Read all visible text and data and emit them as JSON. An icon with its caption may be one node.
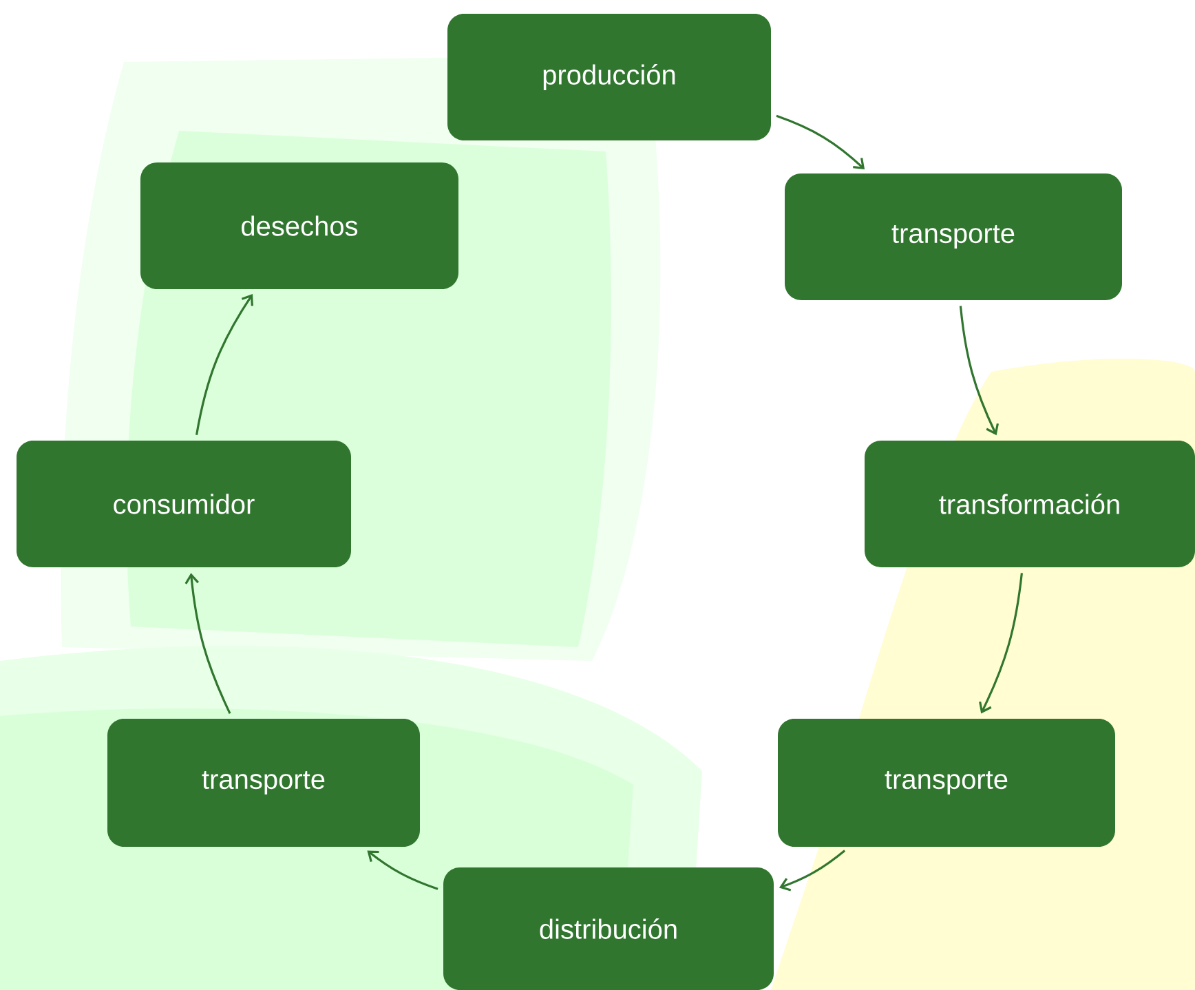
{
  "diagram": {
    "nodes": [
      {
        "text": [
          "producción"
        ]
      },
      {
        "text": [
          "transporte"
        ]
      },
      {
        "text": [
          "transformación"
        ]
      },
      {
        "text": [
          "transporte"
        ]
      },
      {
        "text": [
          "distribución"
        ]
      },
      {
        "text": [
          "transporte"
        ]
      },
      {
        "text": [
          "consumidor"
        ]
      },
      {
        "text": [
          "desechos"
        ]
      }
    ],
    "edges": [
      {
        "from": 0,
        "to": 1,
        "arrow": "to"
      },
      {
        "from": 1,
        "to": 2,
        "arrow": "to"
      },
      {
        "from": 2,
        "to": 3,
        "arrow": "to"
      },
      {
        "from": 3,
        "to": 4,
        "arrow": "to"
      },
      {
        "from": 4,
        "to": 5,
        "arrow": "to"
      },
      {
        "from": 5,
        "to": 6,
        "arrow": "to"
      },
      {
        "from": 6,
        "to": 7,
        "arrow": "to"
      }
    ]
  }
}
